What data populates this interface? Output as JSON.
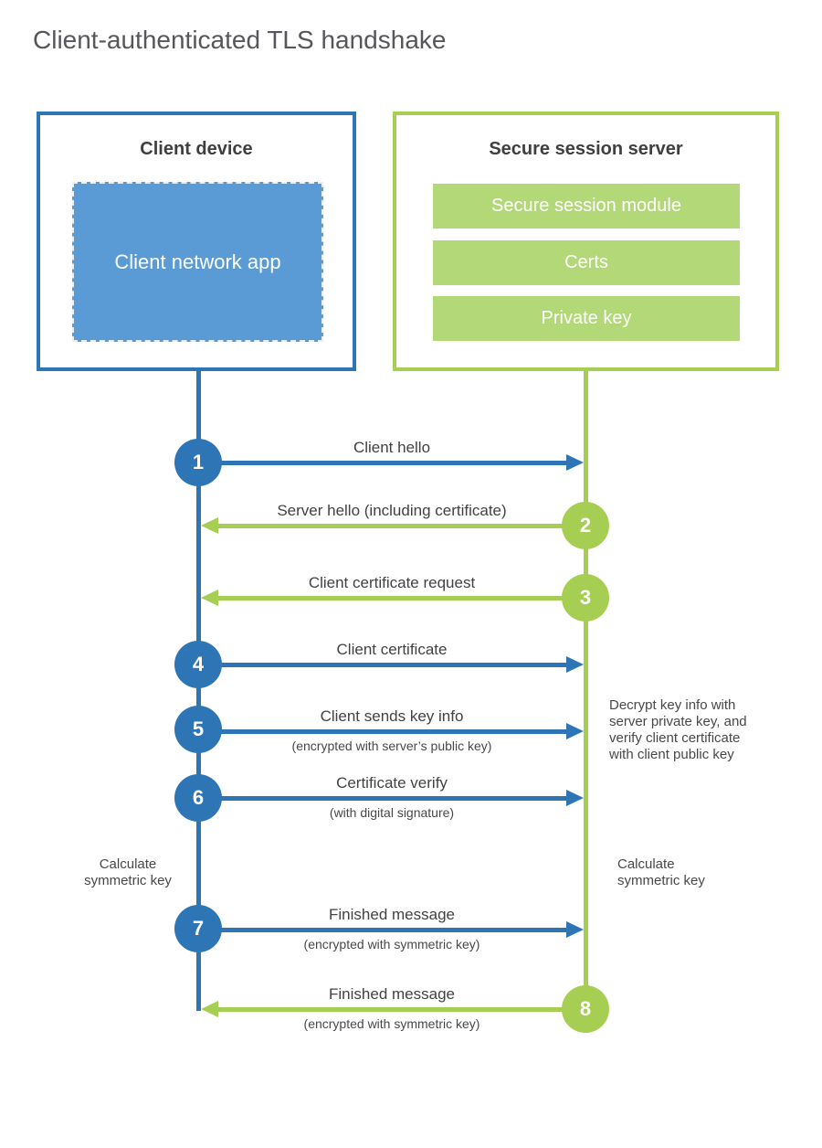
{
  "title": "Client-authenticated TLS handshake",
  "client_box": {
    "title": "Client device",
    "app_label": "Client network app"
  },
  "server_box": {
    "title": "Secure session server",
    "modules": [
      "Secure session module",
      "Certs",
      "Private key"
    ]
  },
  "messages": [
    {
      "num": "1",
      "label": "Client hello",
      "direction": "right",
      "color": "blue"
    },
    {
      "num": "2",
      "label": "Server hello (including certificate)",
      "direction": "left",
      "color": "green"
    },
    {
      "num": "3",
      "label": "Client certificate request",
      "direction": "left",
      "color": "green"
    },
    {
      "num": "4",
      "label": "Client certificate",
      "direction": "right",
      "color": "blue"
    },
    {
      "num": "5",
      "label": "Client sends key info",
      "sub": "(encrypted with server’s public key)",
      "direction": "right",
      "color": "blue"
    },
    {
      "num": "6",
      "label": "Certificate verify",
      "sub": "(with digital signature)",
      "direction": "right",
      "color": "blue"
    },
    {
      "num": "7",
      "label": "Finished message",
      "sub": "(encrypted with symmetric key)",
      "direction": "right",
      "color": "blue"
    },
    {
      "num": "8",
      "label": "Finished message",
      "sub": "(encrypted with symmetric key)",
      "direction": "left",
      "color": "green"
    }
  ],
  "notes": {
    "decrypt": "Decrypt key info with server private key, and verify client certificate with client public key",
    "calc_left": "Calculate symmetric key",
    "calc_right": "Calculate symmetric key"
  },
  "colors": {
    "blue": "#2e75b6",
    "blue_fill": "#5b9bd5",
    "green": "#a5ce52",
    "green_fill": "#b3d878"
  }
}
